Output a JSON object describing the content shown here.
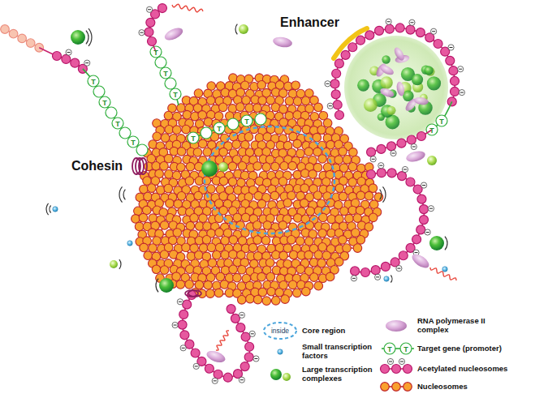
{
  "diagram": {
    "labels": [
      "Enhancer",
      "T",
      "T",
      "T",
      "T",
      "T",
      "T",
      "T",
      "T",
      "T",
      "T",
      "T",
      "T",
      "Cohesin",
      "inside",
      "T",
      "T"
    ],
    "legend": [
      {
        "text": "Core region"
      },
      {
        "text": "Small transcription factors"
      },
      {
        "text": "Large transcription complexes"
      },
      {
        "text": "RNA polymerase II complex"
      },
      {
        "text": "Target gene (promoter)"
      },
      {
        "text": "Acetylated nucleosomes"
      },
      {
        "text": "Nucleosomes"
      }
    ]
  }
}
